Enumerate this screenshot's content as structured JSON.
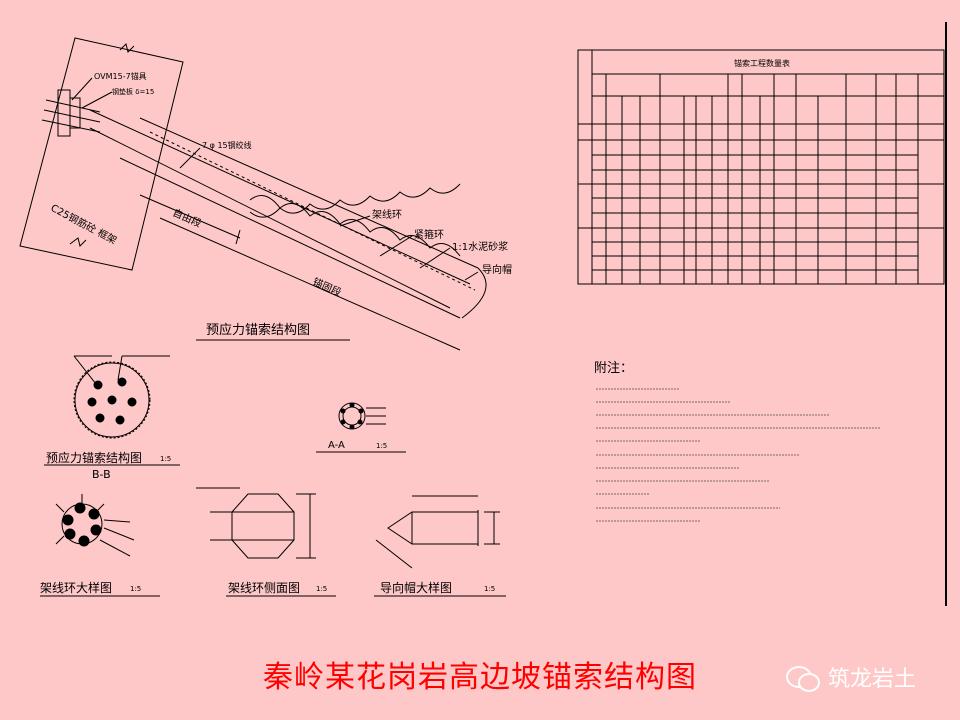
{
  "labels": {
    "anchor_head": "OVM15-7锚具",
    "steel_plate": "钢垫板 δ=15",
    "strand": "7 φ 15钢绞线",
    "frame": "C25钢筋砼 框架",
    "free_section": "自由段",
    "anchor_section": "锚固段",
    "spacer_ring": "架线环",
    "binding_ring": "紧箍环",
    "grout": "1:1水泥砂浆",
    "guide_cap": "导向帽"
  },
  "titles": {
    "main_structure": "预应力锚索结构图",
    "section_bb": "预应力锚索结构图",
    "section_bb_sub": "B-B",
    "section_aa": "A-A",
    "spacer_detail": "架线环大样图",
    "spacer_side": "架线环侧面图",
    "cap_detail": "导向帽大样图",
    "scale": "1:5"
  },
  "table": {
    "header_title": "锚索工程数量表"
  },
  "notes": {
    "heading": "附注："
  },
  "footer": {
    "title": "秦岭某花岗岩高边坡锚索结构图",
    "brand": "筑龙岩土"
  },
  "colors": {
    "background": "#ffc8c8",
    "line": "#000000",
    "title": "#ff0000"
  }
}
